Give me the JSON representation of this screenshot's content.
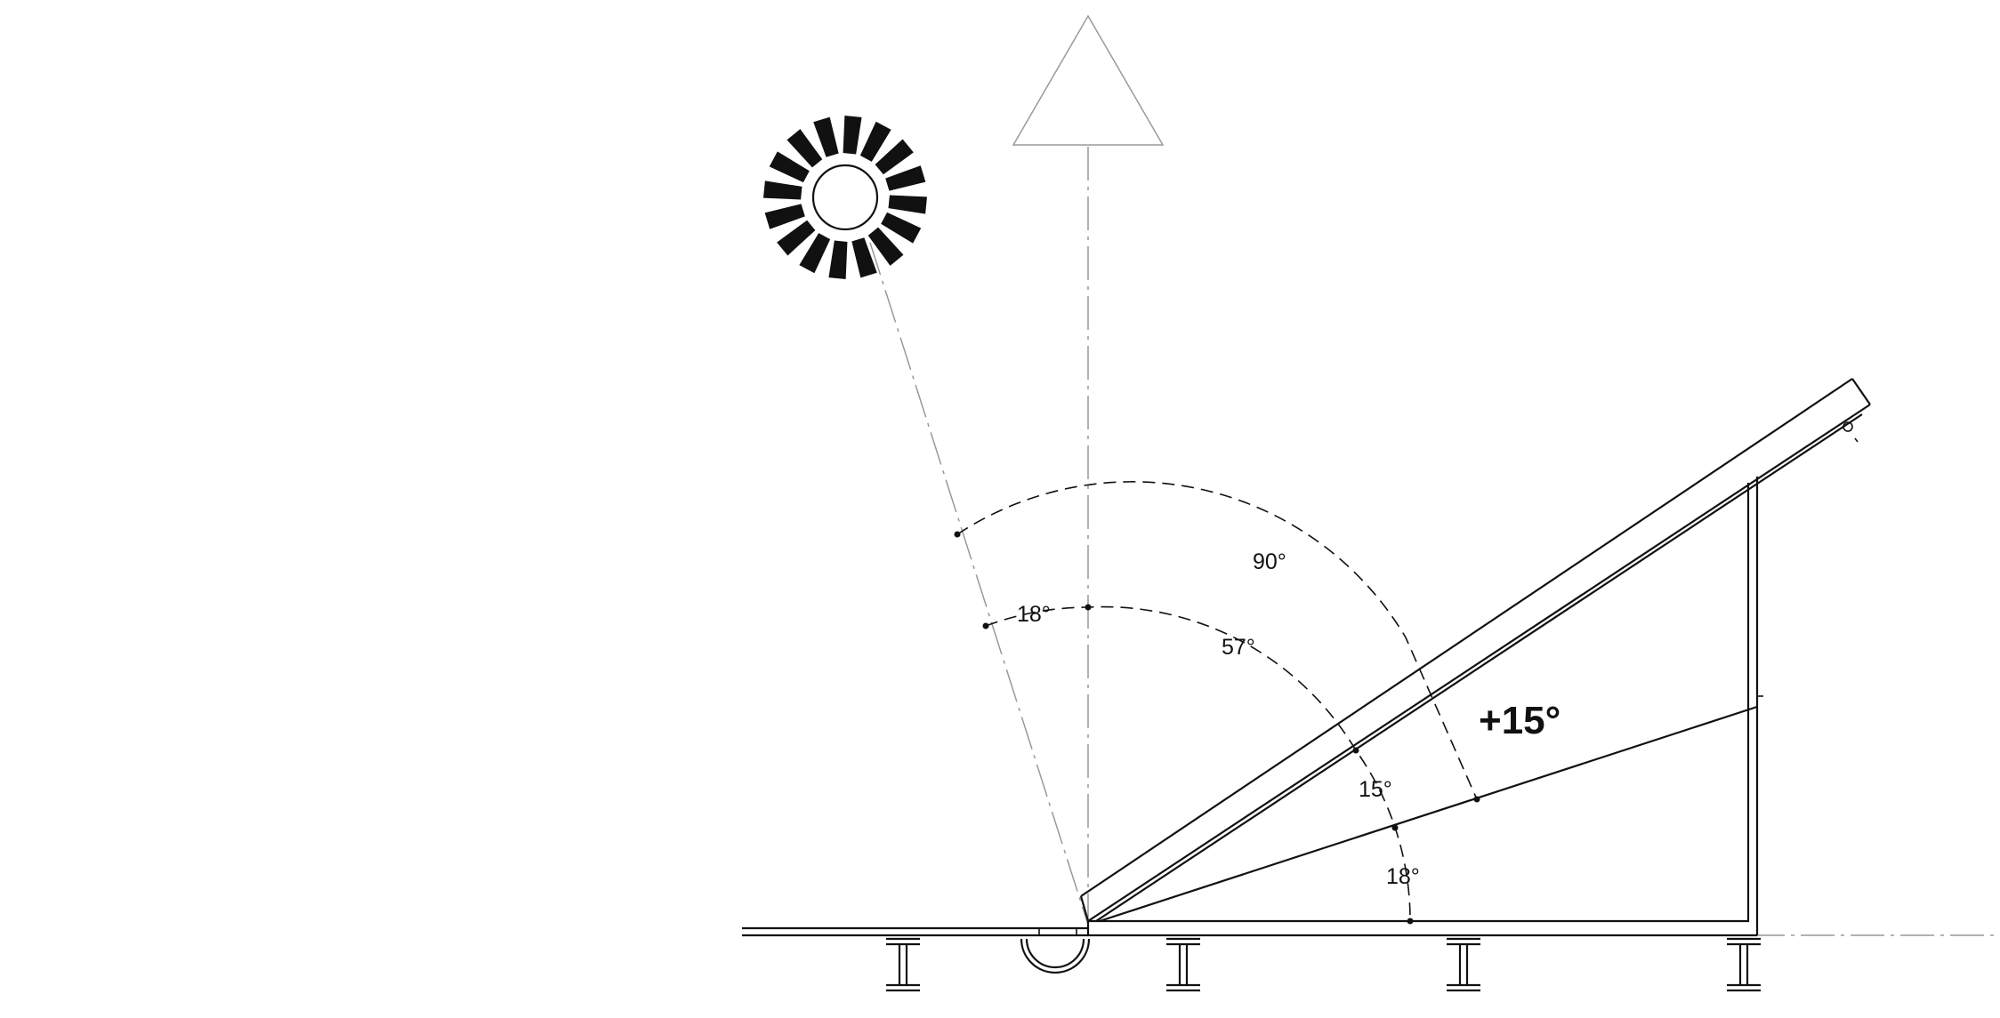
{
  "diagram": {
    "angle_labels": {
      "ninety": "90°",
      "fifty_seven": "57°",
      "eighteen_top": "18°",
      "fifteen": "15°",
      "eighteen_bottom": "18°"
    },
    "tilt_label": "+15°"
  }
}
